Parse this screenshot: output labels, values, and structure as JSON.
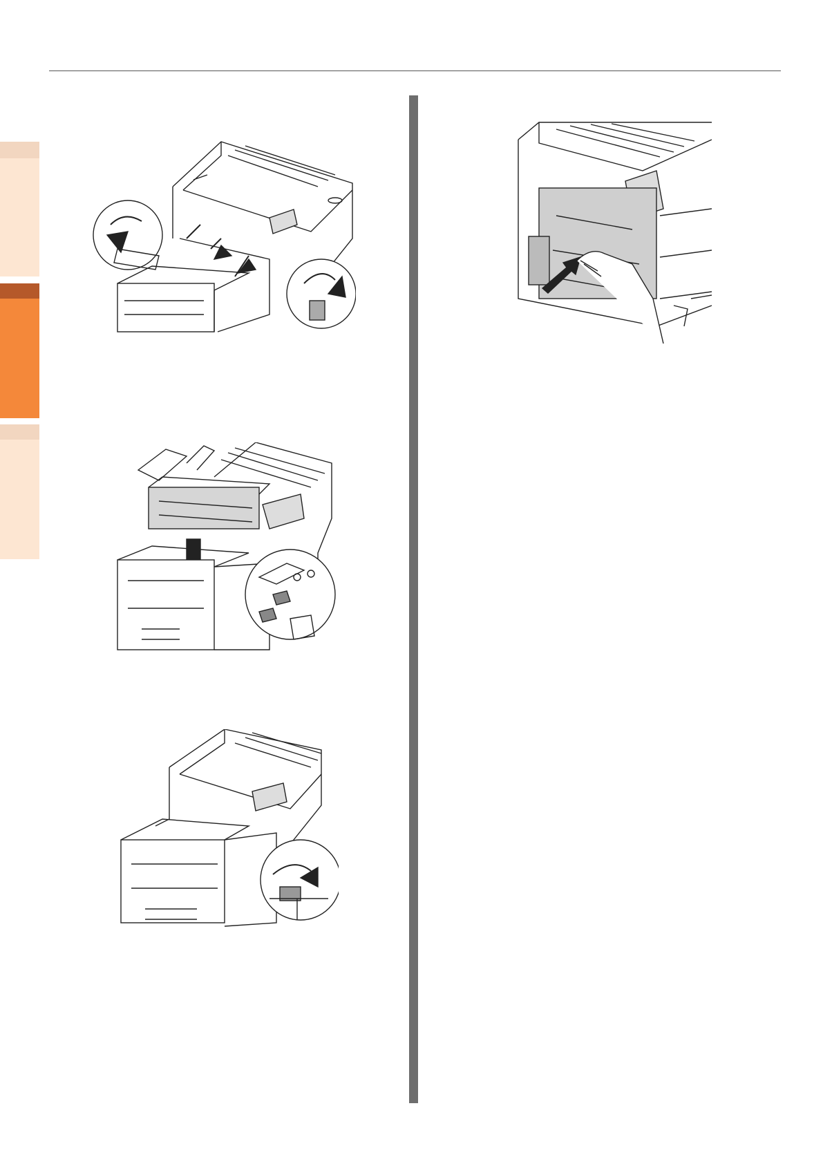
{
  "colors": {
    "tab_light": "#fde6d2",
    "tab_light_top": "#f2d6c0",
    "tab_active": "#f4883a",
    "tab_active_top": "#b5592a",
    "center_bar": "#6e6e6e",
    "header_rule": "#555555",
    "panel_gray": "#cfcfcf"
  },
  "side_tabs": [
    {
      "state": "inactive"
    },
    {
      "state": "active"
    },
    {
      "state": "inactive"
    }
  ],
  "figures": [
    {
      "depicts": "printer-open-fuser-levers-down"
    },
    {
      "depicts": "fuser-unit-insertion"
    },
    {
      "depicts": "fuser-lock-lever-down"
    },
    {
      "depicts": "close-side-cover-push"
    }
  ]
}
